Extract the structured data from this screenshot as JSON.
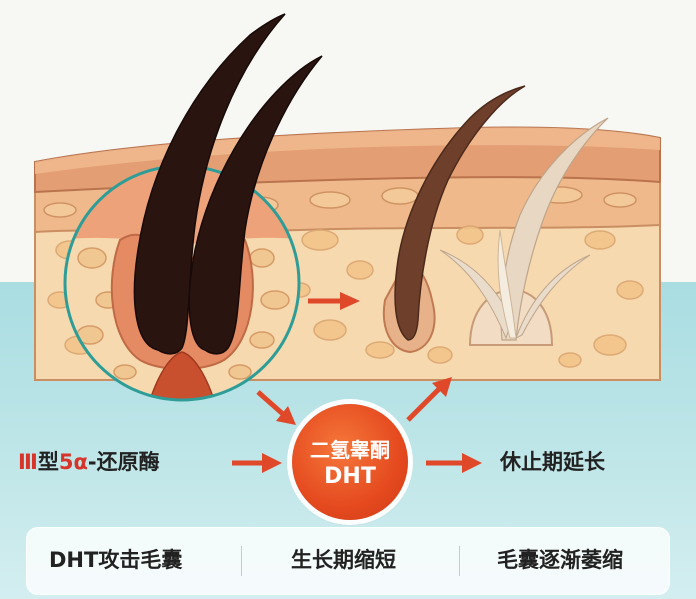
{
  "labels": {
    "enzyme_roman": "Ⅲ",
    "enzyme_mid1": "型",
    "enzyme_five": "5α",
    "enzyme_rest": "-还原酶",
    "dht_line1": "二氢睾酮",
    "dht_line2": "DHT",
    "resting_phase": "休止期延长"
  },
  "steps": [
    {
      "label": "DHT攻击毛囊"
    },
    {
      "label": "生长期缩短"
    },
    {
      "label": "毛囊逐渐萎缩"
    }
  ],
  "colors": {
    "accent_red": "#d8352a",
    "dht_orange": "#e54a1f",
    "arrow": "#e0482a",
    "teal_bg": "#a9dde2",
    "skin_top": "#e6a57f",
    "skin_layer": "#f4d3a8",
    "zoom_ring": "#2f9d97"
  },
  "icons": [
    "arrow-right-icon",
    "arrow-diagonal-icon"
  ]
}
